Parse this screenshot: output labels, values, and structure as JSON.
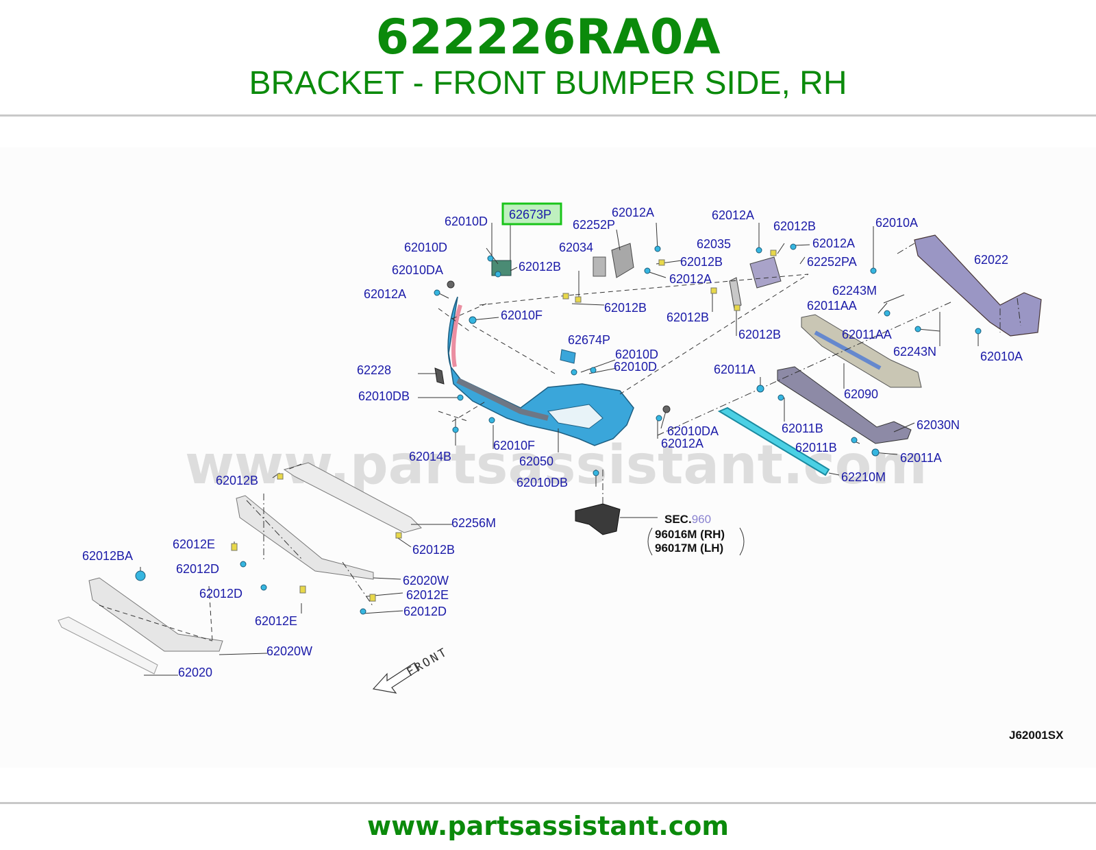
{
  "header": {
    "part_number": "622226RA0A",
    "part_name": "BRACKET - FRONT BUMPER SIDE, RH"
  },
  "diagram": {
    "highlighted_label": "62673P",
    "watermark": "www.partsassistant.com",
    "diagram_code": "J62001SX",
    "front_label": "FRONT",
    "sec_ref": {
      "prefix": "SEC.",
      "number": "960",
      "line1": "96016M (RH)",
      "line2": "96017M (LH)"
    },
    "labels": {
      "l_62010D_a": "62010D",
      "l_62252P": "62252P",
      "l_62012A_a": "62012A",
      "l_62012A_b": "62012A",
      "l_62012B_a": "62012B",
      "l_62010A_a": "62010A",
      "l_62010D_b": "62010D",
      "l_62034": "62034",
      "l_62035": "62035",
      "l_62012A_c": "62012A",
      "l_62022": "62022",
      "l_62010DA_a": "62010DA",
      "l_62012B_b": "62012B",
      "l_62012B_c": "62012B",
      "l_62252PA": "62252PA",
      "l_62012A_d": "62012A",
      "l_62012A_e": "62012A",
      "l_62243M": "62243M",
      "l_62012B_d": "62012B",
      "l_62011AA_a": "62011AA",
      "l_62010F_a": "62010F",
      "l_62012B_e": "62012B",
      "l_62011AA_b": "62011AA",
      "l_62012B_f": "62012B",
      "l_62674P": "62674P",
      "l_62243N": "62243N",
      "l_62010A_b": "62010A",
      "l_62010D_c": "62010D",
      "l_62010D_d": "62010D",
      "l_62228": "62228",
      "l_62011A_a": "62011A",
      "l_62010DB_a": "62010DB",
      "l_62090": "62090",
      "l_62011B_a": "62011B",
      "l_62030N": "62030N",
      "l_62010DA_b": "62010DA",
      "l_62012A_f": "62012A",
      "l_62010F_b": "62010F",
      "l_62011B_b": "62011B",
      "l_62014B": "62014B",
      "l_62011A_b": "62011A",
      "l_62050": "62050",
      "l_62012B_g": "62012B",
      "l_62210M": "62210M",
      "l_62010DB_b": "62010DB",
      "l_62256M": "62256M",
      "l_62012E_a": "62012E",
      "l_62012B_h": "62012B",
      "l_62012BA": "62012BA",
      "l_62012D_a": "62012D",
      "l_62020W_a": "62020W",
      "l_62012D_b": "62012D",
      "l_62012E_b": "62012E",
      "l_62012D_c": "62012D",
      "l_62012E_c": "62012E",
      "l_62020W_b": "62020W",
      "l_62020": "62020"
    }
  },
  "footer": {
    "url": "www.partsassistant.com"
  },
  "colors": {
    "brand_green": "#0b8a0b",
    "label_blue": "#1a1aa8",
    "highlight_border": "#19c419",
    "highlight_fill": "#bff0bf",
    "bumper_blue": "#3aa6da",
    "reinforcement_purple": "#9a96c4",
    "absorber_gray": "#c9c6b4",
    "fastener_cyan": "#36b6e0",
    "clip_yellow": "#e8d84a"
  }
}
